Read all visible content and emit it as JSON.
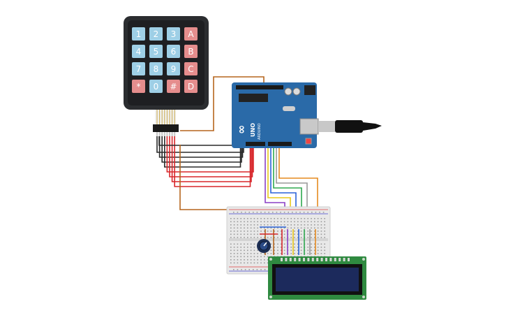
{
  "keypad": {
    "rows": [
      [
        "1",
        "2",
        "3",
        "A"
      ],
      [
        "4",
        "5",
        "6",
        "B"
      ],
      [
        "7",
        "8",
        "9",
        "C"
      ],
      [
        "*",
        "0",
        "#",
        "D"
      ]
    ],
    "colors": {
      "frame": "#2b2d30",
      "digit_key": "#9ecfe6",
      "letter_key": "#e58d8d",
      "key_text": "#ffffff"
    }
  },
  "arduino": {
    "logo_text": "∞",
    "board_label": "UNO",
    "brand_label": "ARDUINO",
    "colors": {
      "board": "#2a6aa8",
      "chip": "#222222",
      "header": "#1a1a1a"
    }
  },
  "lcd": {
    "colors": {
      "board": "#2f8a40",
      "screen": "#1c2a5c"
    }
  },
  "breadboard": {
    "colors": {
      "body": "#e8e8e8",
      "rail_red": "#d44",
      "rail_blue": "#44c"
    }
  },
  "usb_cable": {
    "colors": {
      "plug": "#c8c8c8",
      "cable": "#111111"
    }
  },
  "wire_colors": {
    "black": "#2a2a2a",
    "red": "#d8262a",
    "brown": "#b5651d",
    "orange": "#e58a1f",
    "yellow": "#e8c81a",
    "green": "#2fa84f",
    "blue": "#2a62d8",
    "purple": "#8a3fc6",
    "gray": "#9a9a9a"
  }
}
